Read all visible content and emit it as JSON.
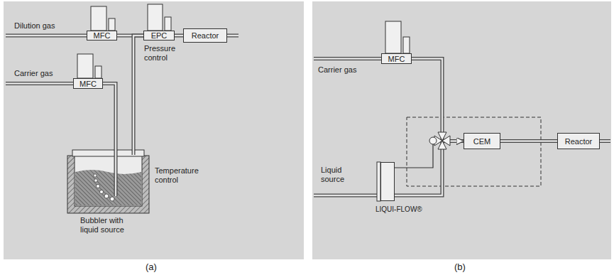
{
  "diagram": {
    "nodes": [
      {
        "text": [
          "MFC"
        ]
      },
      {
        "text": [
          "EPC",
          "Pressure control"
        ]
      },
      {
        "text": [
          "Reactor"
        ]
      },
      {
        "text": [
          "MFC"
        ]
      },
      {
        "text": [
          "Bubbler with liquid source"
        ]
      },
      {
        "text": [
          "MFC"
        ]
      },
      {
        "text": [
          "CEM"
        ]
      },
      {
        "text": [
          "Reactor"
        ]
      },
      {
        "text": [
          "LIQUI-FLOW®"
        ]
      }
    ],
    "edges": [
      {
        "from": 0,
        "to": 1,
        "arrow": "none"
      },
      {
        "from": 1,
        "to": 2,
        "arrow": "none"
      },
      {
        "from": 3,
        "to": 4,
        "arrow": "none"
      },
      {
        "from": 4,
        "to": 1,
        "arrow": "none"
      },
      {
        "from": 5,
        "to": 6,
        "arrow": "to"
      },
      {
        "from": 8,
        "to": 6,
        "arrow": "to"
      },
      {
        "from": 6,
        "to": 7,
        "arrow": "none"
      }
    ],
    "labels": [
      "Dilution gas",
      "Carrier gas",
      "Temperature control",
      "Carrier gas",
      "Liquid source",
      "(a)",
      "(b)"
    ]
  }
}
